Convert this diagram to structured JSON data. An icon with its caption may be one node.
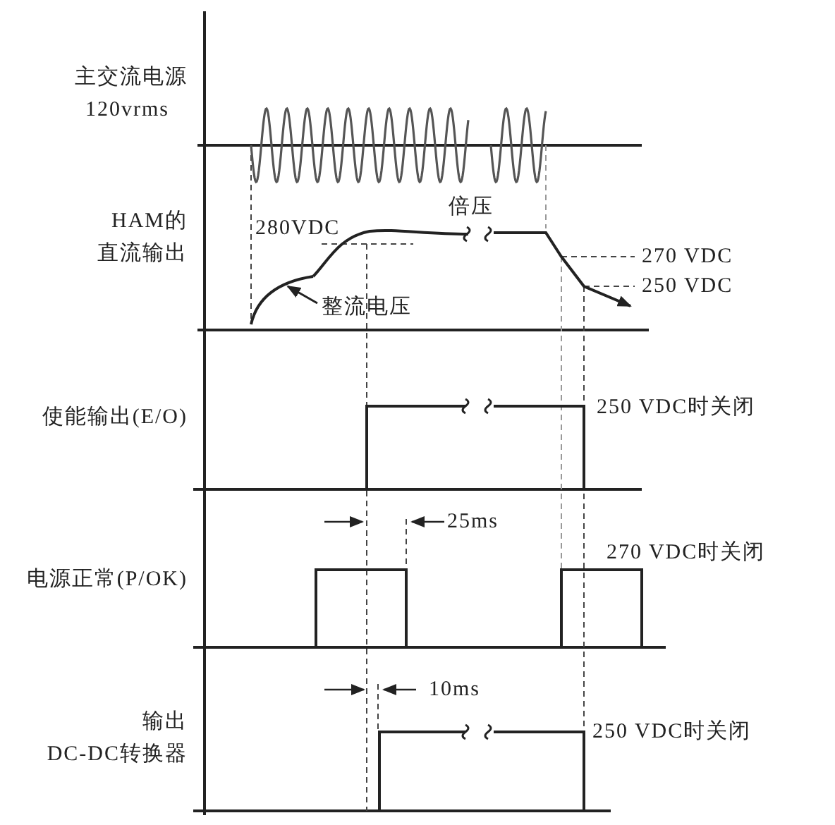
{
  "diagram": {
    "nodes": [
      {
        "text": [],
        "shape": "curve"
      },
      {
        "text": [
          "整流电压"
        ]
      }
    ],
    "edges": [
      {
        "from": 1,
        "to": 0,
        "arrow": "to"
      }
    ],
    "labels": [
      "主交流电源",
      "120vrms",
      "倍压",
      "HAM的",
      "280VDC",
      "直流输出",
      "270 VDC",
      "250 VDC",
      "使能输出(E/O)",
      "250 VDC时关闭",
      "25ms",
      "270 VDC时关闭",
      "电源正常(P/OK)",
      "10ms",
      "输出",
      "250 VDC时关闭",
      "DC-DC转换器"
    ]
  }
}
